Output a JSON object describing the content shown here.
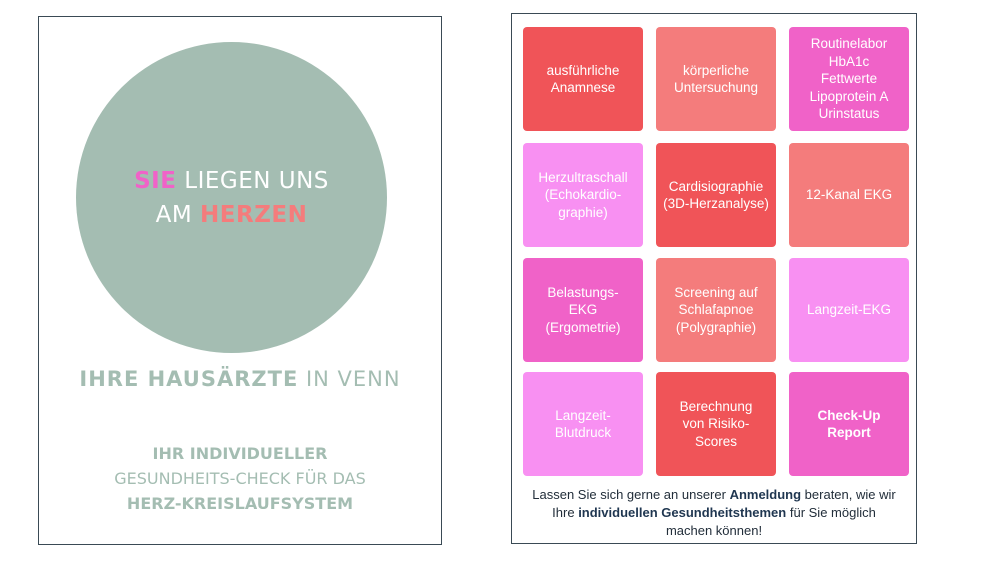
{
  "left": {
    "circle": {
      "word_sie": "SIE",
      "word_liegen_uns": " LIEGEN UNS",
      "word_am": "AM ",
      "word_herzen": "HERZEN"
    },
    "subtitle": {
      "bold": "IHRE HAUSÄRZTE",
      "rest": " IN VENN"
    },
    "check": {
      "line1": "IHR INDIVIDUELLER",
      "line2": "GESUNDHEITS-CHECK FÜR DAS",
      "line3": "HERZ-KREISLAUFSYSTEM"
    }
  },
  "colors": {
    "sage": "#a4bdb2",
    "red": "#f05458",
    "salmon": "#f47c7c",
    "magenta": "#f062c8",
    "pink_light": "#f890f2",
    "pink_mid": "#f472d2",
    "footer_text": "#222e3a"
  },
  "tiles": [
    {
      "text": "ausführliche\nAnamnese",
      "color": "#f05458",
      "strong": false
    },
    {
      "text": "körperliche\nUntersuchung",
      "color": "#f47c7c",
      "strong": false
    },
    {
      "text": "Routinelabor\nHbA1c\nFettwerte\nLipoprotein A\nUrinstatus",
      "color": "#f062c8",
      "strong": false
    },
    {
      "text": "Herzultraschall\n(Echokardio-\ngraphie)",
      "color": "#f890f2",
      "strong": false
    },
    {
      "text": "Cardisiographie\n(3D-Herzanalyse)",
      "color": "#f05458",
      "strong": false
    },
    {
      "text": "12-Kanal EKG",
      "color": "#f47c7c",
      "strong": false
    },
    {
      "text": "Belastungs-\nEKG\n(Ergometrie)",
      "color": "#f062c8",
      "strong": false
    },
    {
      "text": "Screening auf\nSchlafapnoe\n(Polygraphie)",
      "color": "#f47c7c",
      "strong": false
    },
    {
      "text": "Langzeit-EKG",
      "color": "#f890f2",
      "strong": false
    },
    {
      "text": "Langzeit-\nBlutdruck",
      "color": "#f890f2",
      "strong": false
    },
    {
      "text": "Berechnung\nvon Risiko-\nScores",
      "color": "#f05458",
      "strong": false
    },
    {
      "text": "Check-Up\nReport",
      "color": "#f062c8",
      "strong": true
    }
  ],
  "footer": {
    "t1": "Lassen Sie sich gerne an unserer ",
    "b1": "Anmeldung",
    "t2": " beraten, wie wir",
    "t3": "Ihre ",
    "b2": "individuellen Gesundheitsthemen",
    "t4": " für Sie möglich",
    "t5": "machen können!"
  }
}
